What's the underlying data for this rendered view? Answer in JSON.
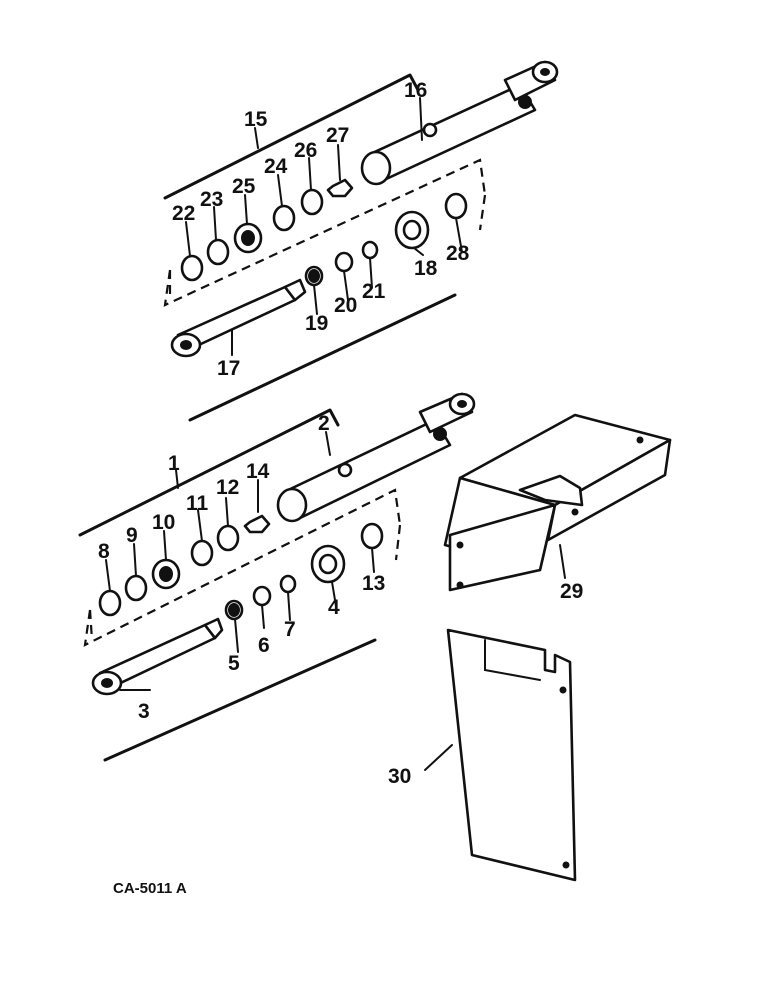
{
  "figure_code": "CA-5011 A",
  "callouts": {
    "c1": "1",
    "c2": "2",
    "c3": "3",
    "c4": "4",
    "c5": "5",
    "c6": "6",
    "c7": "7",
    "c8": "8",
    "c9": "9",
    "c10": "10",
    "c11": "11",
    "c12": "12",
    "c13": "13",
    "c14": "14",
    "c15": "15",
    "c16": "16",
    "c17": "17",
    "c18": "18",
    "c19": "19",
    "c20": "20",
    "c21": "21",
    "c22": "22",
    "c23": "23",
    "c24": "24",
    "c25": "25",
    "c26": "26",
    "c27": "27",
    "c28": "28",
    "c29": "29",
    "c30": "30"
  }
}
